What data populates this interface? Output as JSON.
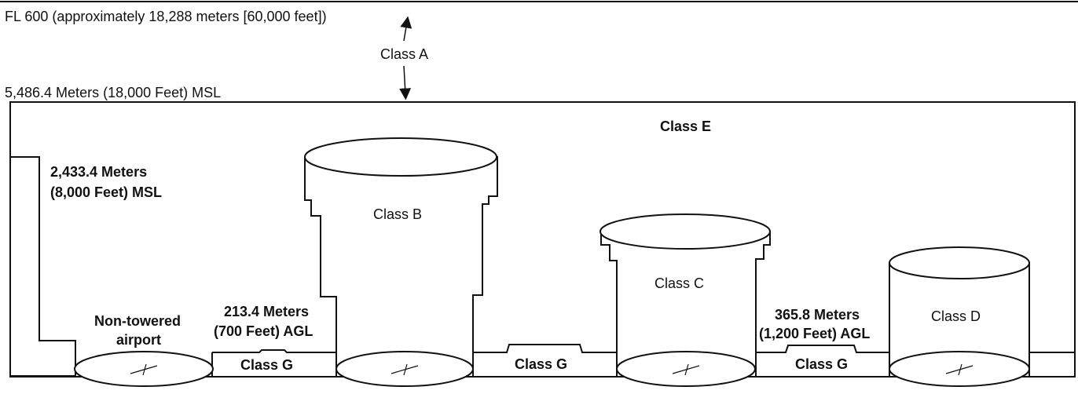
{
  "labels": {
    "fl600": "FL 600 (approximately 18,288 meters [60,000 feet])",
    "class_a": "Class A",
    "msl_18000": "5,486.4 Meters (18,000 Feet) MSL",
    "class_e": "Class E",
    "msl_8000_line1": "2,433.4 Meters",
    "msl_8000_line2": "(8,000 Feet) MSL",
    "class_b": "Class B",
    "class_c": "Class C",
    "class_d": "Class D",
    "non_towered_line1": "Non-towered",
    "non_towered_line2": "airport",
    "agl_700_line1": "213.4 Meters",
    "agl_700_line2": "(700 Feet) AGL",
    "agl_1200_line1": "365.8 Meters",
    "agl_1200_line2": "(1,200 Feet) AGL",
    "class_g": "Class G"
  }
}
